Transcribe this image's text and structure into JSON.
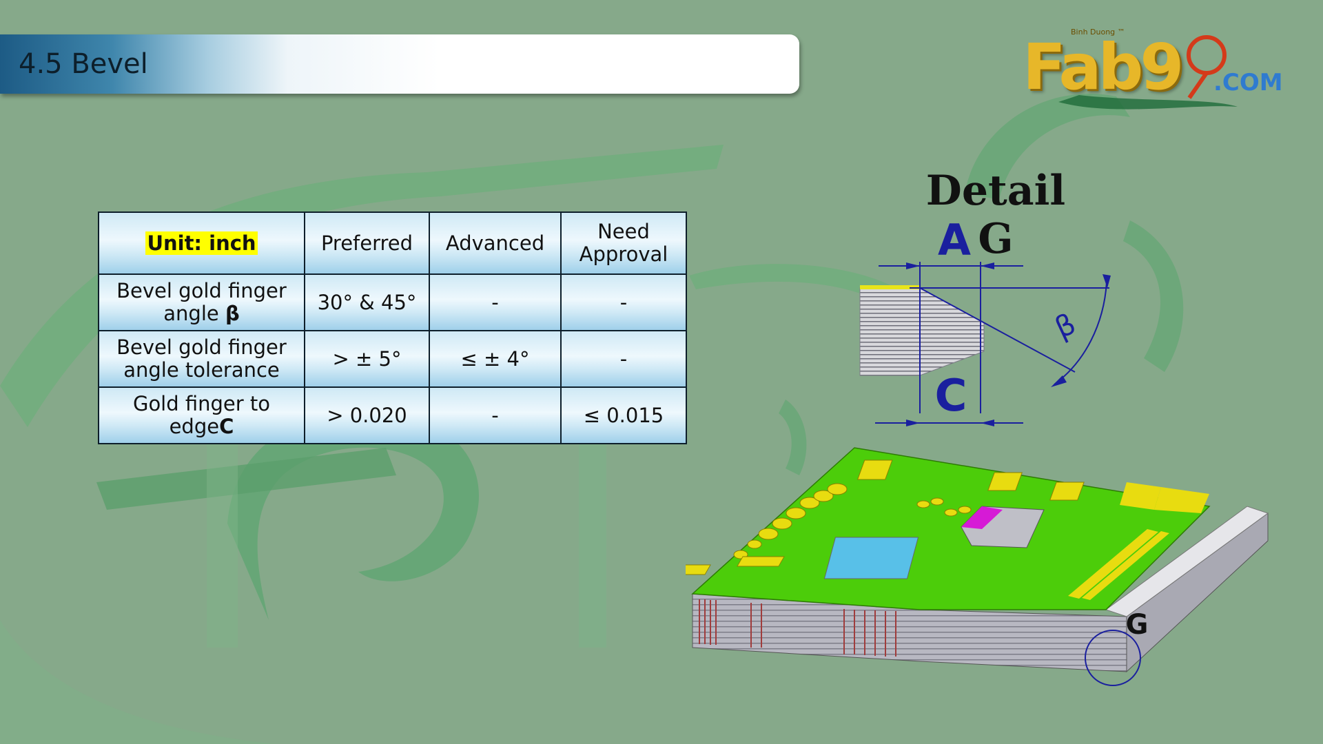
{
  "slide": {
    "title": "4.5 Bevel"
  },
  "logo": {
    "sub": "Binh Duong ™",
    "brand": "Fab9",
    "suffix": ".COM"
  },
  "table": {
    "header": [
      "Unit: inch",
      "Preferred",
      "Advanced",
      "Need Approval"
    ],
    "rows": [
      {
        "label_pre": "Bevel gold finger angle ",
        "label_sym": "β",
        "preferred": "30° & 45°",
        "advanced": "-",
        "need_approval": "-"
      },
      {
        "label_pre": "Bevel gold finger angle tolerance",
        "label_sym": "",
        "preferred": "> ± 5°",
        "advanced": "≤ ± 4°",
        "need_approval": "-"
      },
      {
        "label_pre": "Gold finger to edge",
        "label_sym": "C",
        "preferred": "> 0.020",
        "advanced": "-",
        "need_approval": "≤ 0.015"
      }
    ]
  },
  "detail": {
    "title": "Detail G",
    "label_a": "A",
    "label_c": "C",
    "label_beta": "β"
  },
  "board": {
    "callout": "G"
  },
  "colors": {
    "background": "#86a98a",
    "board_top": "#4ccd0a",
    "gold": "#e8dc10",
    "dimension": "#1a1f9e",
    "accent_magenta": "#d61ad6"
  }
}
